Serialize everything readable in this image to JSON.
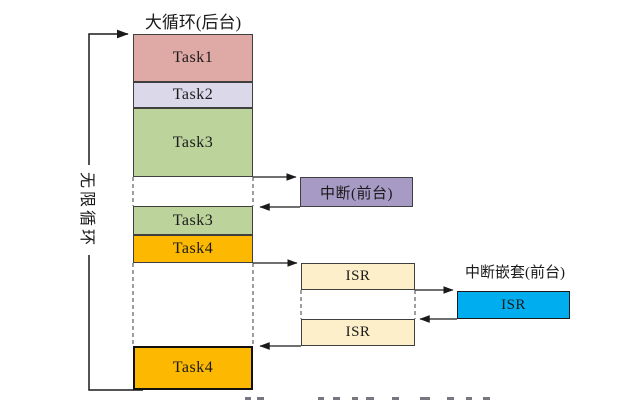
{
  "column": {
    "title": "大循环(后台)",
    "segments": [
      {
        "label": "Task1",
        "color": "#dfa9a6"
      },
      {
        "label": "Task2",
        "color": "#dbd8e9"
      },
      {
        "label": "Task3",
        "color": "#bcd39c"
      },
      {
        "label": "Task3",
        "color": "#bcd39c"
      },
      {
        "label": "Task4",
        "color": "#fdb802"
      },
      {
        "label": "Task4",
        "color": "#fdb802"
      }
    ]
  },
  "loop": {
    "label": "无限循环"
  },
  "foreground": {
    "interrupt": {
      "label": "中断(前台)",
      "color": "#a79ac4"
    },
    "isr_boxes": [
      {
        "label": "ISR",
        "color": "#fdefca"
      },
      {
        "label": "ISR",
        "color": "#fdefca"
      }
    ],
    "nested": {
      "title": "中断嵌套(前台)",
      "isr": {
        "label": "ISR",
        "color": "#00aeef"
      }
    }
  },
  "line_color": "#1a1a1a"
}
